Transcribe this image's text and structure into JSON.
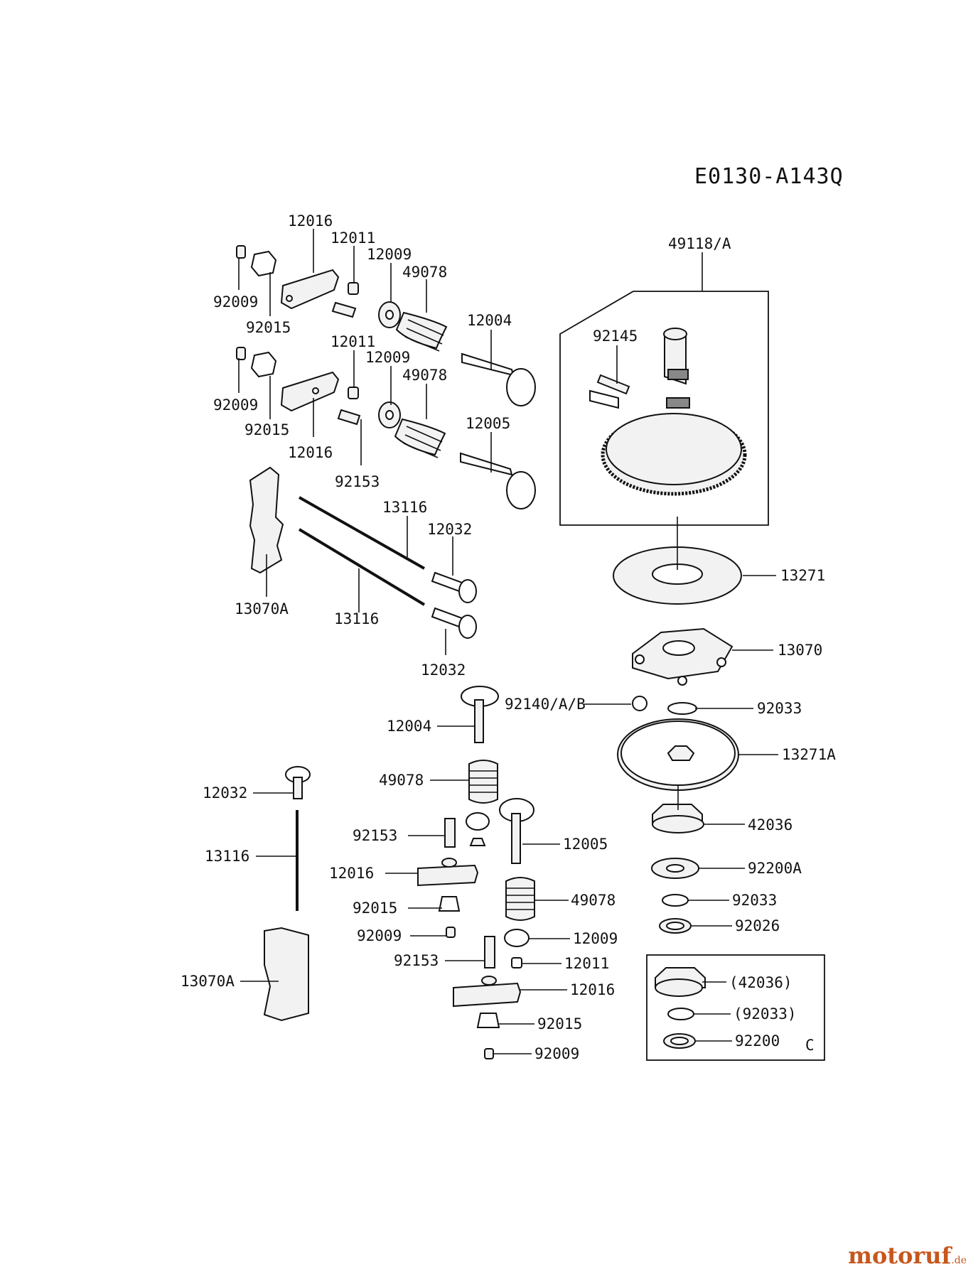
{
  "diagram_code": "E0130-A143Q",
  "watermark": {
    "name": "motoruf",
    "tld": ".de"
  },
  "labels": {
    "l12016_a": "12016",
    "l12011_a": "12011",
    "l12009_a": "12009",
    "l49078_a": "49078",
    "l92009_a": "92009",
    "l92015_a": "92015",
    "l12004_a": "12004",
    "l12011_b": "12011",
    "l12009_b": "12009",
    "l49078_b": "49078",
    "l92009_b": "92009",
    "l92015_b": "92015",
    "l12016_b": "12016",
    "l12005_a": "12005",
    "l92153_a": "92153",
    "l13116_a": "13116",
    "l12032_a": "12032",
    "l13070A_a": "13070A",
    "l13116_b": "13116",
    "l12032_b": "12032",
    "l49118": "49118/A",
    "l92145": "92145",
    "l13271": "13271",
    "l13070": "13070",
    "l92140": "92140/A/B",
    "l92033_a": "92033",
    "l13271A": "13271A",
    "l42036": "42036",
    "l92200A": "92200A",
    "l92033_b": "92033",
    "l92026": "92026",
    "l42036p": "(42036)",
    "l92033p": "(92033)",
    "l92200": "92200",
    "lC": "C",
    "l12004_b": "12004",
    "l49078_c": "49078",
    "l92153_b": "92153",
    "l12005_b": "12005",
    "l12016_c": "12016",
    "l49078_d": "49078",
    "l92015_c": "92015",
    "l92009_c": "92009",
    "l12009_c": "12009",
    "l92153_c": "92153",
    "l12011_c": "12011",
    "l12016_d": "12016",
    "l92015_d": "92015",
    "l92009_d": "92009",
    "l12032_c": "12032",
    "l13116_c": "13116",
    "l13070A_b": "13070A"
  }
}
